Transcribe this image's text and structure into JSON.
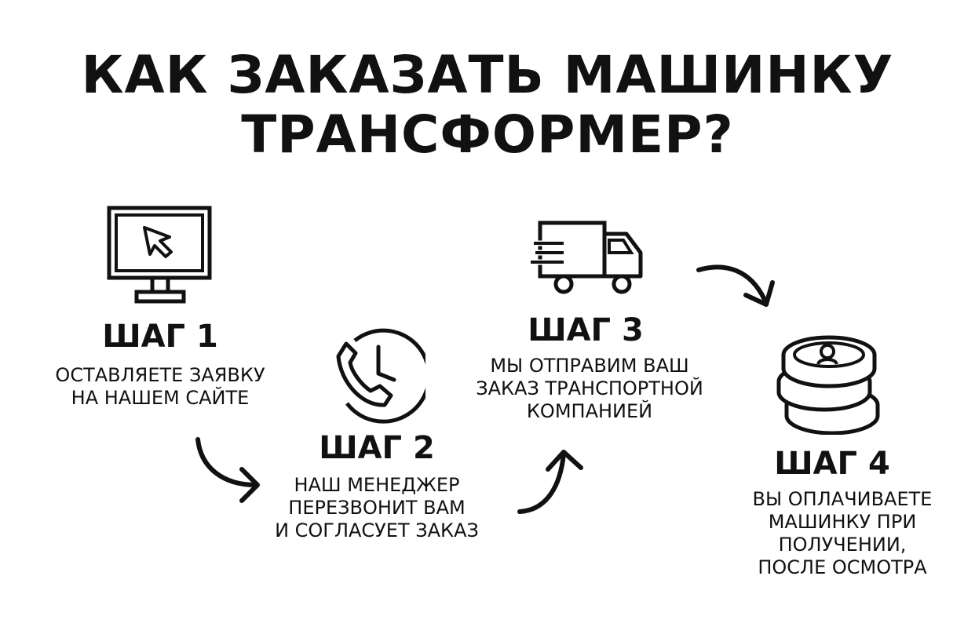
{
  "title": {
    "line1": "КАК ЗАКАЗАТЬ МАШИНКУ",
    "line2": "ТРАНСФОРМЕР?"
  },
  "steps": [
    {
      "title": "ШАГ 1",
      "lines": [
        "ОСТАВЛЯЕТЕ ЗАЯВКУ",
        "НА НАШЕМ САЙТЕ"
      ],
      "icon": "computer-cursor-icon"
    },
    {
      "title": "ШАГ 2",
      "lines": [
        "НАШ МЕНЕДЖЕР",
        "ПЕРЕЗВОНИТ ВАМ",
        "И СОГЛАСУЕТ ЗАКАЗ"
      ],
      "icon": "phone-clock-icon"
    },
    {
      "title": "ШАГ 3",
      "lines": [
        "МЫ ОТПРАВИМ ВАШ",
        "ЗАКАЗ ТРАНСПОРТНОЙ",
        "КОМПАНИЕЙ"
      ],
      "icon": "delivery-truck-icon"
    },
    {
      "title": "ШАГ 4",
      "lines": [
        "ВЫ ОПЛАЧИВАЕТЕ",
        "МАШИНКУ ПРИ",
        "ПОЛУЧЕНИИ,",
        "ПОСЛЕ ОСМОТРА"
      ],
      "icon": "coin-stack-icon"
    }
  ],
  "colors": {
    "ink": "#111111",
    "background": "#ffffff"
  }
}
